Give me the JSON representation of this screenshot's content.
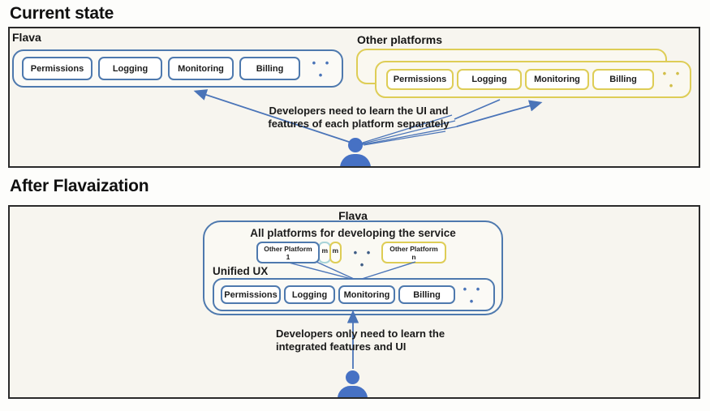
{
  "colors": {
    "accent_blue": "#4a74b8",
    "border_blue": "#4e79ae",
    "accent_yellow": "#decd56",
    "teal_border": "#a8d4d8",
    "person_blue": "#4671c4",
    "panel_background": "#f7f5ef",
    "text": "#1d1d1d"
  },
  "headings": {
    "current_state": "Current state",
    "after_flavaization": "After Flavaization"
  },
  "current_state": {
    "flava": {
      "label": "Flava",
      "features": [
        "Permissions",
        "Logging",
        "Monitoring",
        "Billing"
      ],
      "ellipsis": "• • •"
    },
    "other_platforms": {
      "label": "Other platforms",
      "features": [
        "Permissions",
        "Logging",
        "Monitoring",
        "Billing"
      ],
      "ellipsis": "• • •"
    },
    "note_line1": "Developers need to learn the UI and",
    "note_line2": "features of each platform separately"
  },
  "after_flavaization": {
    "flava_label": "Flava",
    "container_title": "All platforms for developing the service",
    "platform_first_line1": "Other Platform",
    "platform_first_line2": "1",
    "stack_fragments": [
      "m",
      "m"
    ],
    "platforms_ellipsis": "• • •",
    "platform_last_line1": "Other Platform",
    "platform_last_line2": "n",
    "unified_ux": {
      "label": "Unified UX",
      "features": [
        "Permissions",
        "Logging",
        "Monitoring",
        "Billing"
      ],
      "ellipsis": "• • •"
    },
    "note_line1": "Developers only need to learn the",
    "note_line2": "integrated features and UI"
  }
}
